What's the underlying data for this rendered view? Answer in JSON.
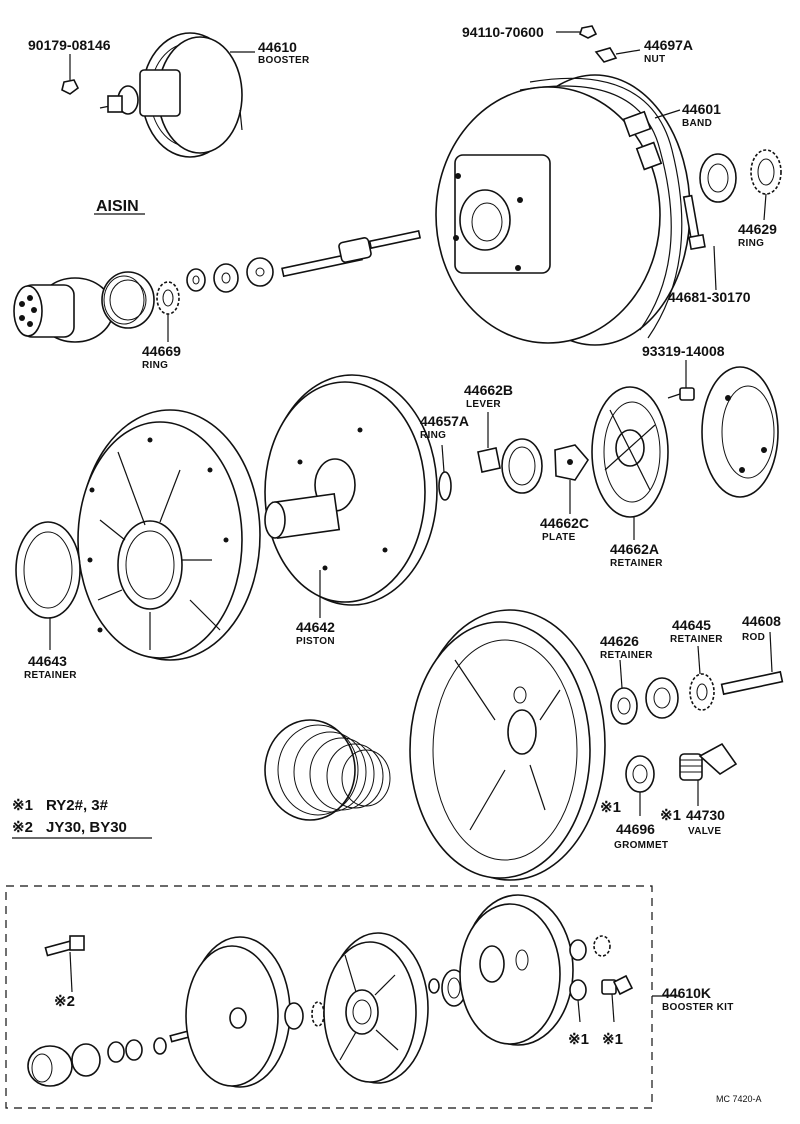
{
  "diagram": {
    "parts": [
      {
        "number": "90179-08146",
        "name": ""
      },
      {
        "number": "44610",
        "name": "BOOSTER"
      },
      {
        "number": "94110-70600",
        "name": ""
      },
      {
        "number": "44697A",
        "name": "NUT"
      },
      {
        "number": "44601",
        "name": "BAND"
      },
      {
        "number": "44629",
        "name": "RING"
      },
      {
        "number": "44681-30170",
        "name": ""
      },
      {
        "number": "44669",
        "name": "RING"
      },
      {
        "number": "93319-14008",
        "name": ""
      },
      {
        "number": "44662B",
        "name": "LEVER"
      },
      {
        "number": "44657A",
        "name": "RING"
      },
      {
        "number": "44662C",
        "name": "PLATE"
      },
      {
        "number": "44662A",
        "name": "RETAINER"
      },
      {
        "number": "44643",
        "name": "RETAINER"
      },
      {
        "number": "44642",
        "name": "PISTON"
      },
      {
        "number": "44626",
        "name": "RETAINER"
      },
      {
        "number": "44645",
        "name": "RETAINER"
      },
      {
        "number": "44608",
        "name": "ROD"
      },
      {
        "number": "44696",
        "name": "GROMMET"
      },
      {
        "number": "44730",
        "name": "VALVE"
      },
      {
        "number": "44610K",
        "name": "BOOSTER KIT"
      }
    ],
    "brand": "AISIN",
    "notes": [
      {
        "mark": "※1",
        "text": "RY2#, 3#"
      },
      {
        "mark": "※2",
        "text": "JY30,  BY30"
      }
    ],
    "callouts": {
      "grommet_mark": "※1",
      "valve_mark": "※1",
      "kit_mark_a": "※1",
      "kit_mark_b": "※1",
      "kit_mark_c": "※2"
    },
    "code": "MC  7420-A"
  }
}
